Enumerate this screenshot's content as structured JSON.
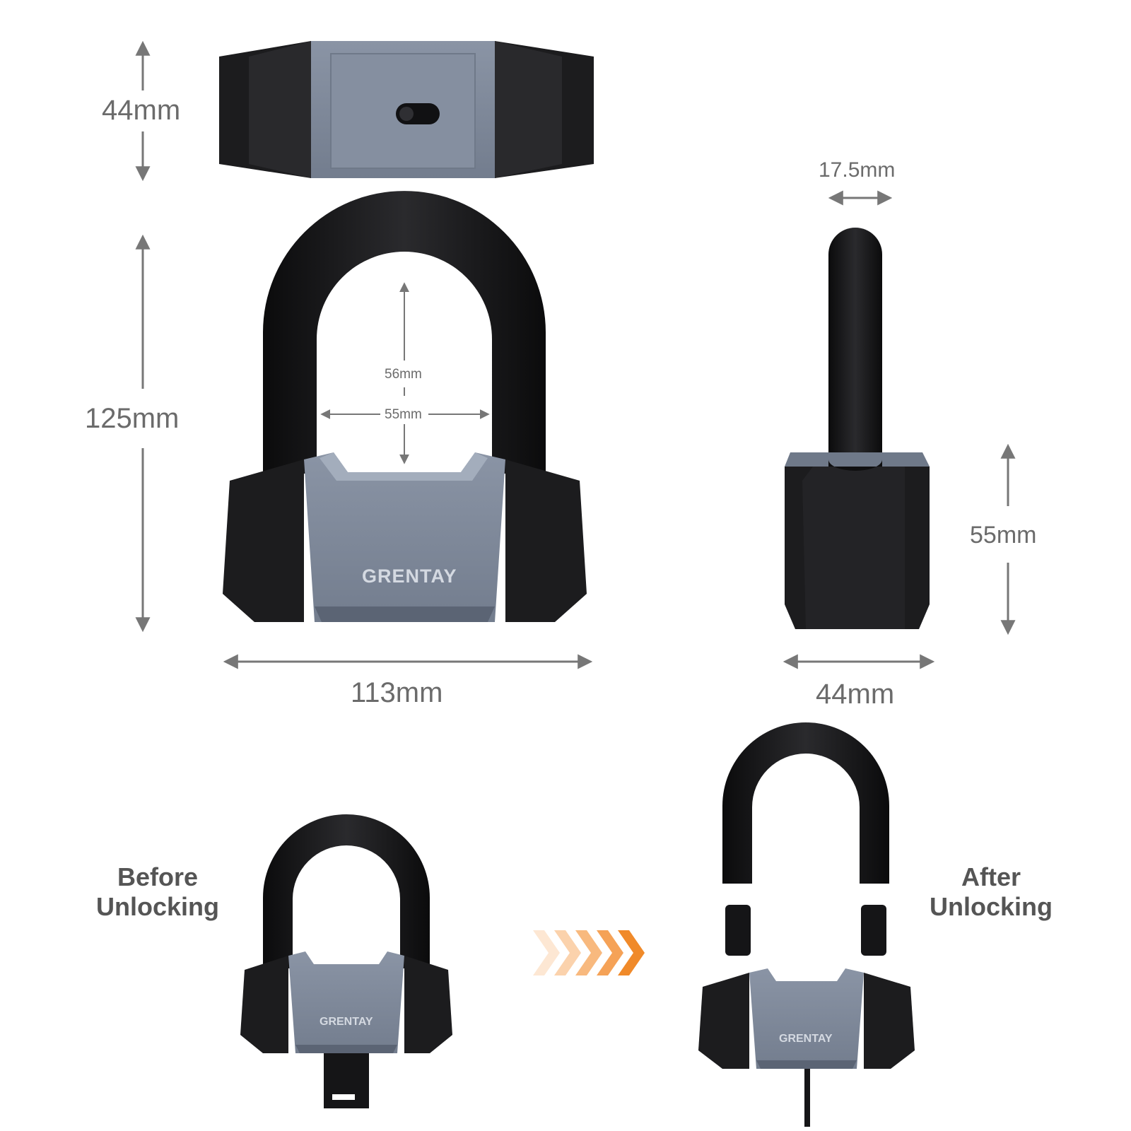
{
  "brand": "GRENTAY",
  "dimensions": {
    "top_height": "44mm",
    "total_height": "125mm",
    "shackle_inner_height": "56mm",
    "shackle_inner_width": "55mm",
    "body_width": "113mm",
    "shackle_diameter": "17.5mm",
    "body_height": "55mm",
    "body_depth": "44mm"
  },
  "labels": {
    "before": [
      "Before",
      "Unlocking"
    ],
    "after": [
      "After",
      "Unlocking"
    ]
  },
  "colors": {
    "body_black": "#1c1c1e",
    "face_steel": "#7d8798",
    "face_light": "#a3adbc",
    "arrow_gray": "#777777",
    "chevron_orange": "#f08a2a"
  },
  "icons": [
    "chevron-right-icon",
    "dimension-arrow-icon",
    "keyhole-icon",
    "key-icon"
  ]
}
